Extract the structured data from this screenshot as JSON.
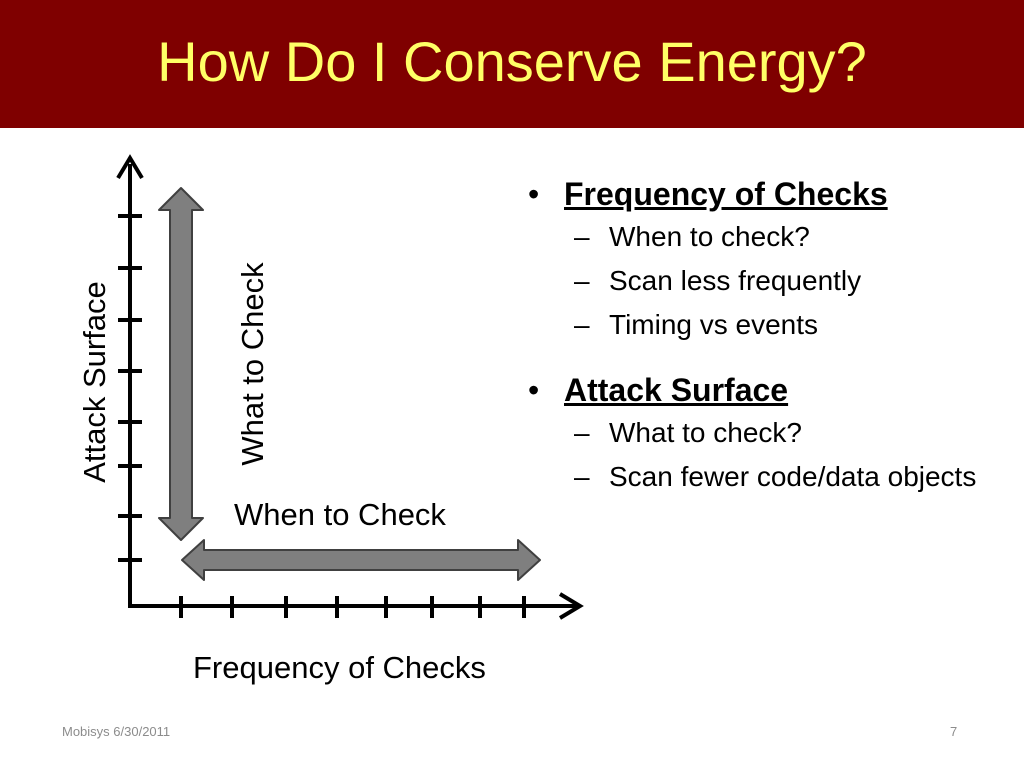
{
  "slide": {
    "title": "How Do I Conserve Energy?",
    "footer": "Mobisys 6/30/2011",
    "page_number": "7"
  },
  "diagram": {
    "y_axis_label": "Attack Surface",
    "x_axis_label": "Frequency of Checks",
    "vertical_arrow_label": "What to Check",
    "horizontal_arrow_label": "When to Check",
    "arrow_fill": "#7f7f7f",
    "arrow_stroke": "#404040",
    "axis_color": "#000000"
  },
  "bullets": [
    {
      "label": "Frequency of Checks",
      "subs": [
        "When to check?",
        "Scan less frequently",
        "Timing vs events"
      ]
    },
    {
      "label": "Attack Surface",
      "subs": [
        "What to check?",
        "Scan fewer code/data objects"
      ]
    }
  ],
  "colors": {
    "title_bar": "#7f0000",
    "title_text": "#ffff66"
  }
}
